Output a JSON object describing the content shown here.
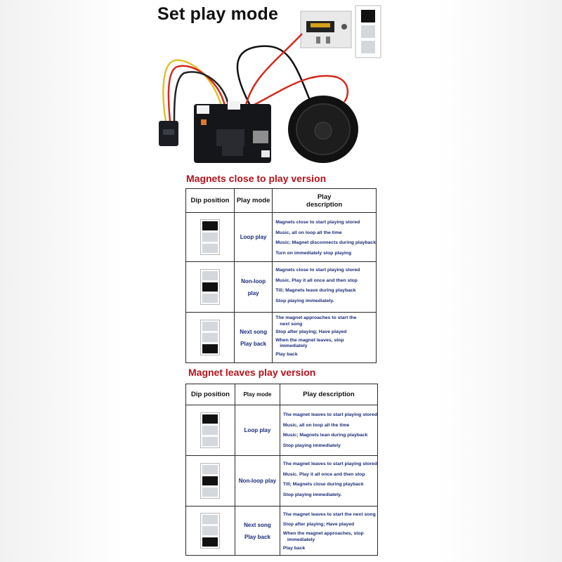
{
  "header": {
    "title": "Set play mode"
  },
  "table_a": {
    "section_title": "Magnets close to play version",
    "headers": {
      "dip": "Dip position",
      "mode": "Play mode",
      "desc_1": "Play",
      "desc_2": "description"
    },
    "rows": [
      {
        "active_switch": 1,
        "mode_lines": [
          "Loop play"
        ],
        "desc": [
          "Magnets close to start playing stored",
          "Music, all on loop all the time",
          "Music; Magnet disconnects during playback",
          "Turn on immediately stop playing"
        ]
      },
      {
        "active_switch": 2,
        "mode_lines": [
          "Non-loop play"
        ],
        "desc": [
          "Magnets close to start playing stored",
          "Music. Play it all once and then stop",
          "Till; Magnets leave during playback",
          "Stop playing immediately."
        ]
      },
      {
        "active_switch": 3,
        "mode_lines": [
          "Next song",
          "Play back"
        ],
        "desc": [
          "The magnet approaches to start the",
          "next song",
          "Stop after playing; Have played",
          "When the magnet leaves, stop",
          "immediately",
          "Play back"
        ]
      }
    ]
  },
  "table_b": {
    "section_title": "Magnet leaves play version",
    "headers": {
      "dip": "Dip position",
      "mode": "Play mode",
      "desc": "Play description"
    },
    "rows": [
      {
        "active_switch": 1,
        "mode_lines": [
          "Loop play"
        ],
        "desc": [
          "The magnet leaves to start playing stored",
          "Music, all on loop all the time",
          "Music; Magnets lean during playback",
          "Stop playing immediately"
        ]
      },
      {
        "active_switch": 2,
        "mode_lines": [
          "Non-loop play"
        ],
        "desc": [
          "The magnet leaves to start playing stored",
          "Music. Play it all once and then stop",
          "Till; Magnets close during playback",
          "Stop playing immediately."
        ]
      },
      {
        "active_switch": 3,
        "mode_lines": [
          "Next song",
          "Play back"
        ],
        "desc": [
          "The magnet leaves to start the next song",
          "Stop after playing; Have played",
          "When the magnet approaches, stop",
          "immediately",
          "Play back"
        ]
      }
    ]
  }
}
